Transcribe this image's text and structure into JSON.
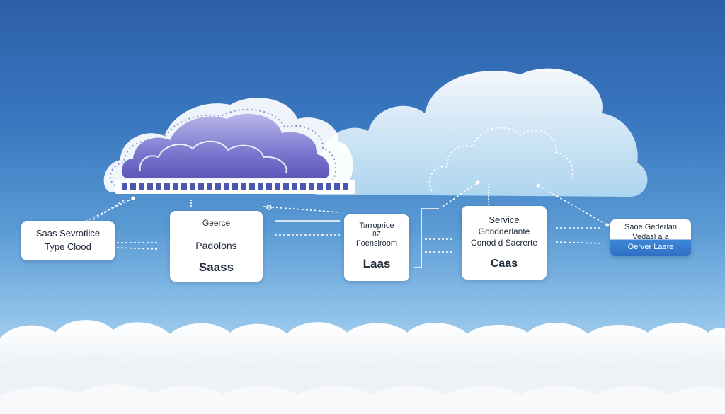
{
  "diagram": {
    "left_box": {
      "line1": "Saas Sevrotiice",
      "line2": "Type Clood"
    },
    "saas_box": {
      "line1": "Geerce",
      "line2": "Padolons",
      "line3": "Saass"
    },
    "laas_box": {
      "line1": "Tarroprice",
      "line2": "8Z",
      "line3": "Foensiroom",
      "line4": "Laas"
    },
    "caas_box": {
      "line1": "Service",
      "line2": "Gondderlante",
      "line3": "Conod d Sacrerte",
      "line4": "Caas"
    },
    "right_box": {
      "line1": "Saoe Gederlan",
      "line2": "Vedasl a a",
      "line3": "Oerver Laere"
    }
  },
  "colors": {
    "sky_top": "#2c5fa8",
    "sky_bottom": "#cfe6f6",
    "cloud_purple": "#6f6fc4",
    "box_bg": "#ffffff",
    "accent_blue": "#2f6fc4"
  }
}
